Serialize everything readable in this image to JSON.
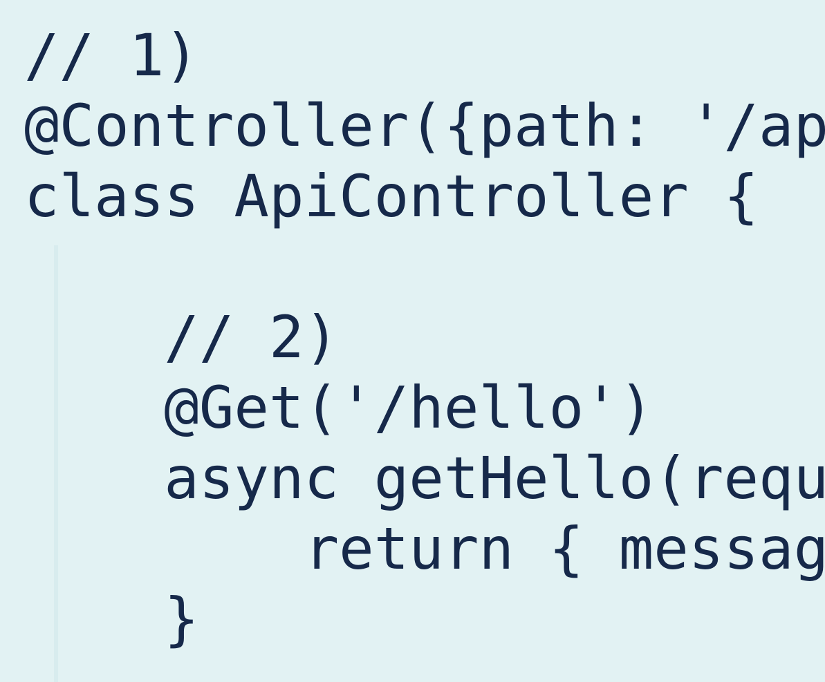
{
  "editor": {
    "colors": {
      "background": "#e2f2f3",
      "text": "#16294a",
      "indent_guide": "#d8ecee"
    },
    "lines": [
      "// 1)",
      "@Controller({path: '/ap",
      "class ApiController {",
      "",
      "    // 2)",
      "    @Get('/hello')",
      "    async getHello(requ",
      "        return { messag",
      "    }"
    ]
  }
}
